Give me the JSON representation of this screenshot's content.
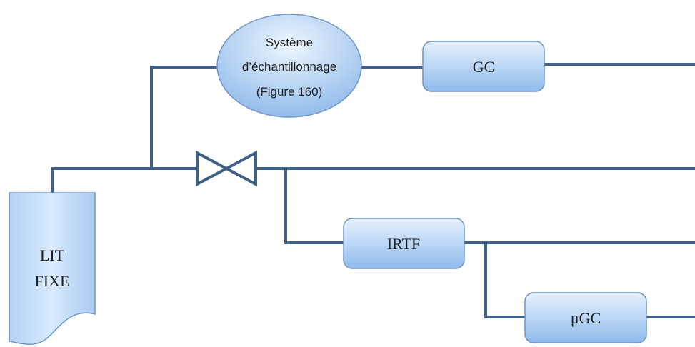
{
  "diagram": {
    "sampling_system": {
      "line1": "Système",
      "line2": "d’échantillonnage",
      "line3": "(Figure 160)"
    },
    "gc": {
      "label": "GC"
    },
    "irtf": {
      "label": "IRTF"
    },
    "micro_gc": {
      "label": "μGC"
    },
    "fixed_bed": {
      "line1": "LIT",
      "line2": "FIXE"
    }
  },
  "colors": {
    "wire": "#3f6187",
    "node_fill_light": "#e6f1fd",
    "node_fill_dark": "#8fbbec",
    "node_border": "#6f95c4"
  }
}
